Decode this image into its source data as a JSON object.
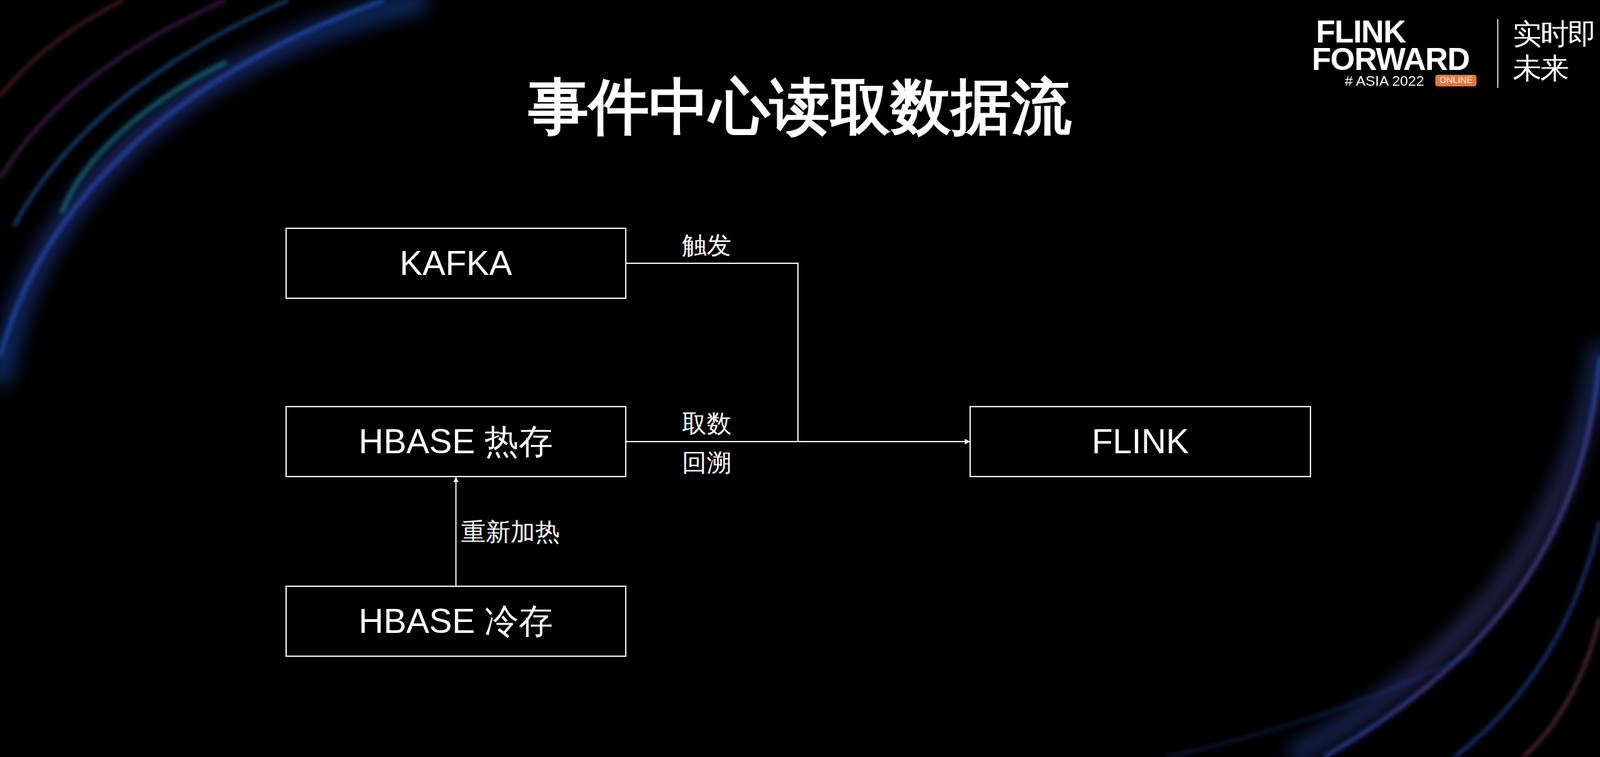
{
  "diagram": {
    "title": "事件中心读取数据流",
    "nodes": [
      {
        "text": [
          "KAFKA"
        ]
      },
      {
        "text": [
          "HBASE 热存"
        ]
      },
      {
        "text": [
          "HBASE 冷存"
        ]
      },
      {
        "text": [
          "FLINK"
        ]
      }
    ],
    "edges": [
      {
        "from": 0,
        "to": 3,
        "arrow": "to",
        "label": "触发"
      },
      {
        "from": 1,
        "to": 3,
        "arrow": "to",
        "label": "取数"
      },
      {
        "from": 2,
        "to": 1,
        "arrow": "to",
        "label": "重新加热"
      }
    ],
    "labels": [
      "回溯",
      "FLINK",
      "FORWARD",
      "# ASIA 2022",
      "ONLINE",
      "实时即",
      "未来"
    ]
  }
}
